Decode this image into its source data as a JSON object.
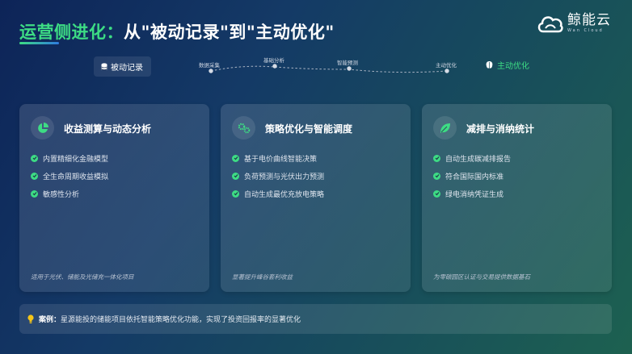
{
  "header": {
    "title_highlight": "运营侧进化：",
    "title_rest": "从\"被动记录\"到\"主动优化\"",
    "logo_name": "鲸能云",
    "logo_sub": "Wan Cloud"
  },
  "flow": {
    "start": "被动记录",
    "steps": [
      "数据采集",
      "基础分析",
      "智能预测",
      "主动优化"
    ],
    "end": "主动优化"
  },
  "cards": [
    {
      "title": "收益测算与动态分析",
      "icon": "pie-chart-icon",
      "items": [
        "内置精细化金融模型",
        "全生命周期收益模拟",
        "敏感性分析"
      ],
      "footer": "适用于光伏、储能及光储充一体化项目"
    },
    {
      "title": "策略优化与智能调度",
      "icon": "gears-icon",
      "items": [
        "基于电价曲线智能决策",
        "负荷预测与光伏出力预测",
        "自动生成最优充放电策略"
      ],
      "footer": "显著提升峰谷套利收益"
    },
    {
      "title": "减排与消纳统计",
      "icon": "leaf-icon",
      "items": [
        "自动生成碳减排报告",
        "符合国际国内标准",
        "绿电消纳凭证生成"
      ],
      "footer": "为零碳园区认证与交易提供数据基石"
    }
  ],
  "case": {
    "label": "案例：",
    "text": "星源能投的储能项目依托智能策略优化功能，实现了投资回报率的显著优化"
  },
  "colors": {
    "accent": "#3ddc84",
    "bulb": "#f5c518"
  }
}
